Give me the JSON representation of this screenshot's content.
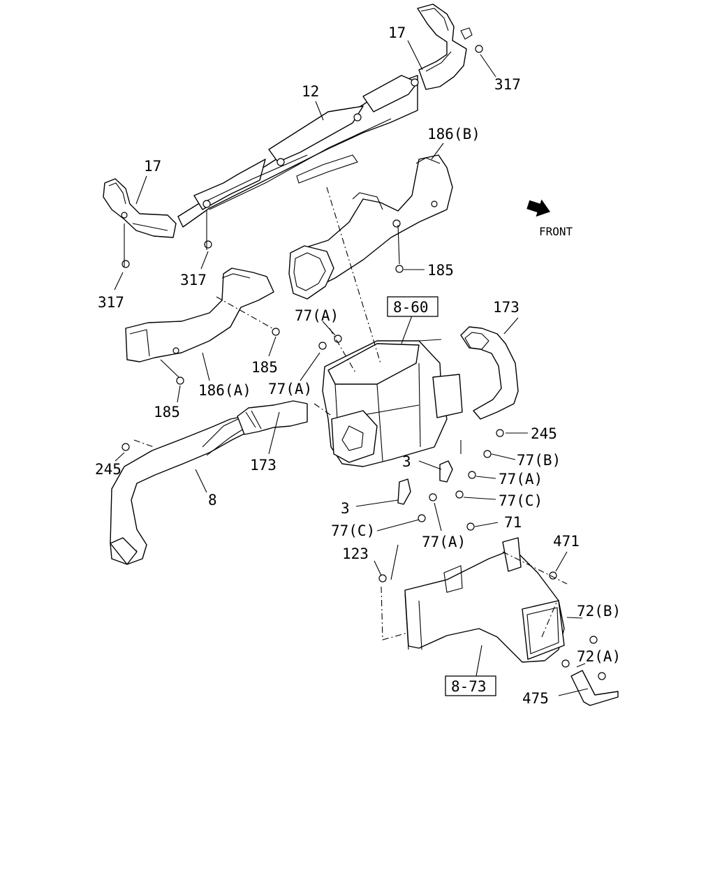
{
  "diagram": {
    "front_label": "FRONT",
    "labels": {
      "p17_top": "17",
      "p317_top": "317",
      "p12": "12",
      "p186b": "186(B)",
      "p17_left": "17",
      "p317_mid": "317",
      "p317_left": "317",
      "p185_right": "185",
      "p77a_1": "77(A)",
      "p860": "8-60",
      "p173_top": "173",
      "p185_mid": "185",
      "p186a": "186(A)",
      "p77a_2": "77(A)",
      "p185_low": "185",
      "p245_right": "245",
      "p77b": "77(B)",
      "p3_upper": "3",
      "p77a_3": "77(A)",
      "p245_left": "245",
      "p173_low": "173",
      "p8": "8",
      "p77c_1": "77(C)",
      "p3_lower": "3",
      "p71": "71",
      "p77c_2": "77(C)",
      "p77a_4": "77(A)",
      "p471": "471",
      "p123": "123",
      "p72b": "72(B)",
      "p72a": "72(A)",
      "p873": "8-73",
      "p475": "475"
    }
  }
}
